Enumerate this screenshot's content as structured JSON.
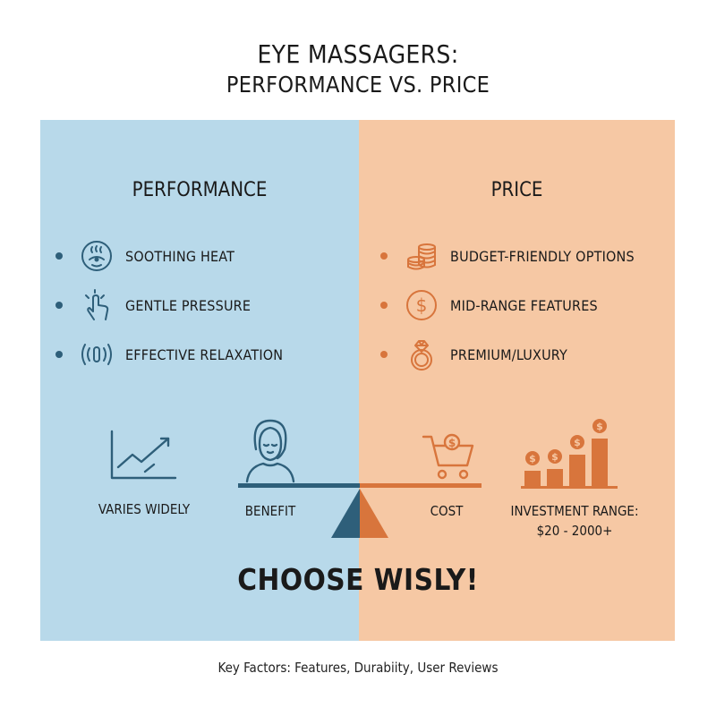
{
  "title": {
    "line1": "EYE MASSAGERS:",
    "line2": "PERFORMANCE VS. PRICE"
  },
  "performance": {
    "heading": "PERFORMANCE",
    "items": [
      {
        "label": "SOOTHING HEAT",
        "icon": "heat-face-icon"
      },
      {
        "label": "GENTLE PRESSURE",
        "icon": "pressing-hand-icon"
      },
      {
        "label": "EFFECTIVE RELAXATION",
        "icon": "vibration-waves-icon"
      }
    ]
  },
  "price": {
    "heading": "PRICE",
    "items": [
      {
        "label": "BUDGET-FRIENDLY OPTIONS",
        "icon": "coin-stack-icon"
      },
      {
        "label": "MID-RANGE FEATURES",
        "icon": "dollar-coin-icon"
      },
      {
        "label": "PREMIUM/LUXURY",
        "icon": "diamond-ring-icon"
      }
    ]
  },
  "scale": {
    "trend_caption": "VARIES WIDELY",
    "benefit_caption": "BENEFIT",
    "cost_caption": "COST",
    "investment_caption": "INVESTMENT RANGE:",
    "investment_range": "$20 - 2000+"
  },
  "cta": "CHOOSE WISLY!",
  "footer": "Key Factors: Features, Durabiity, User Reviews",
  "colors": {
    "performance_bg": "#b8d9ea",
    "price_bg": "#f6c8a4",
    "blue_accent": "#2e5f7a",
    "orange_accent": "#d8753c"
  }
}
